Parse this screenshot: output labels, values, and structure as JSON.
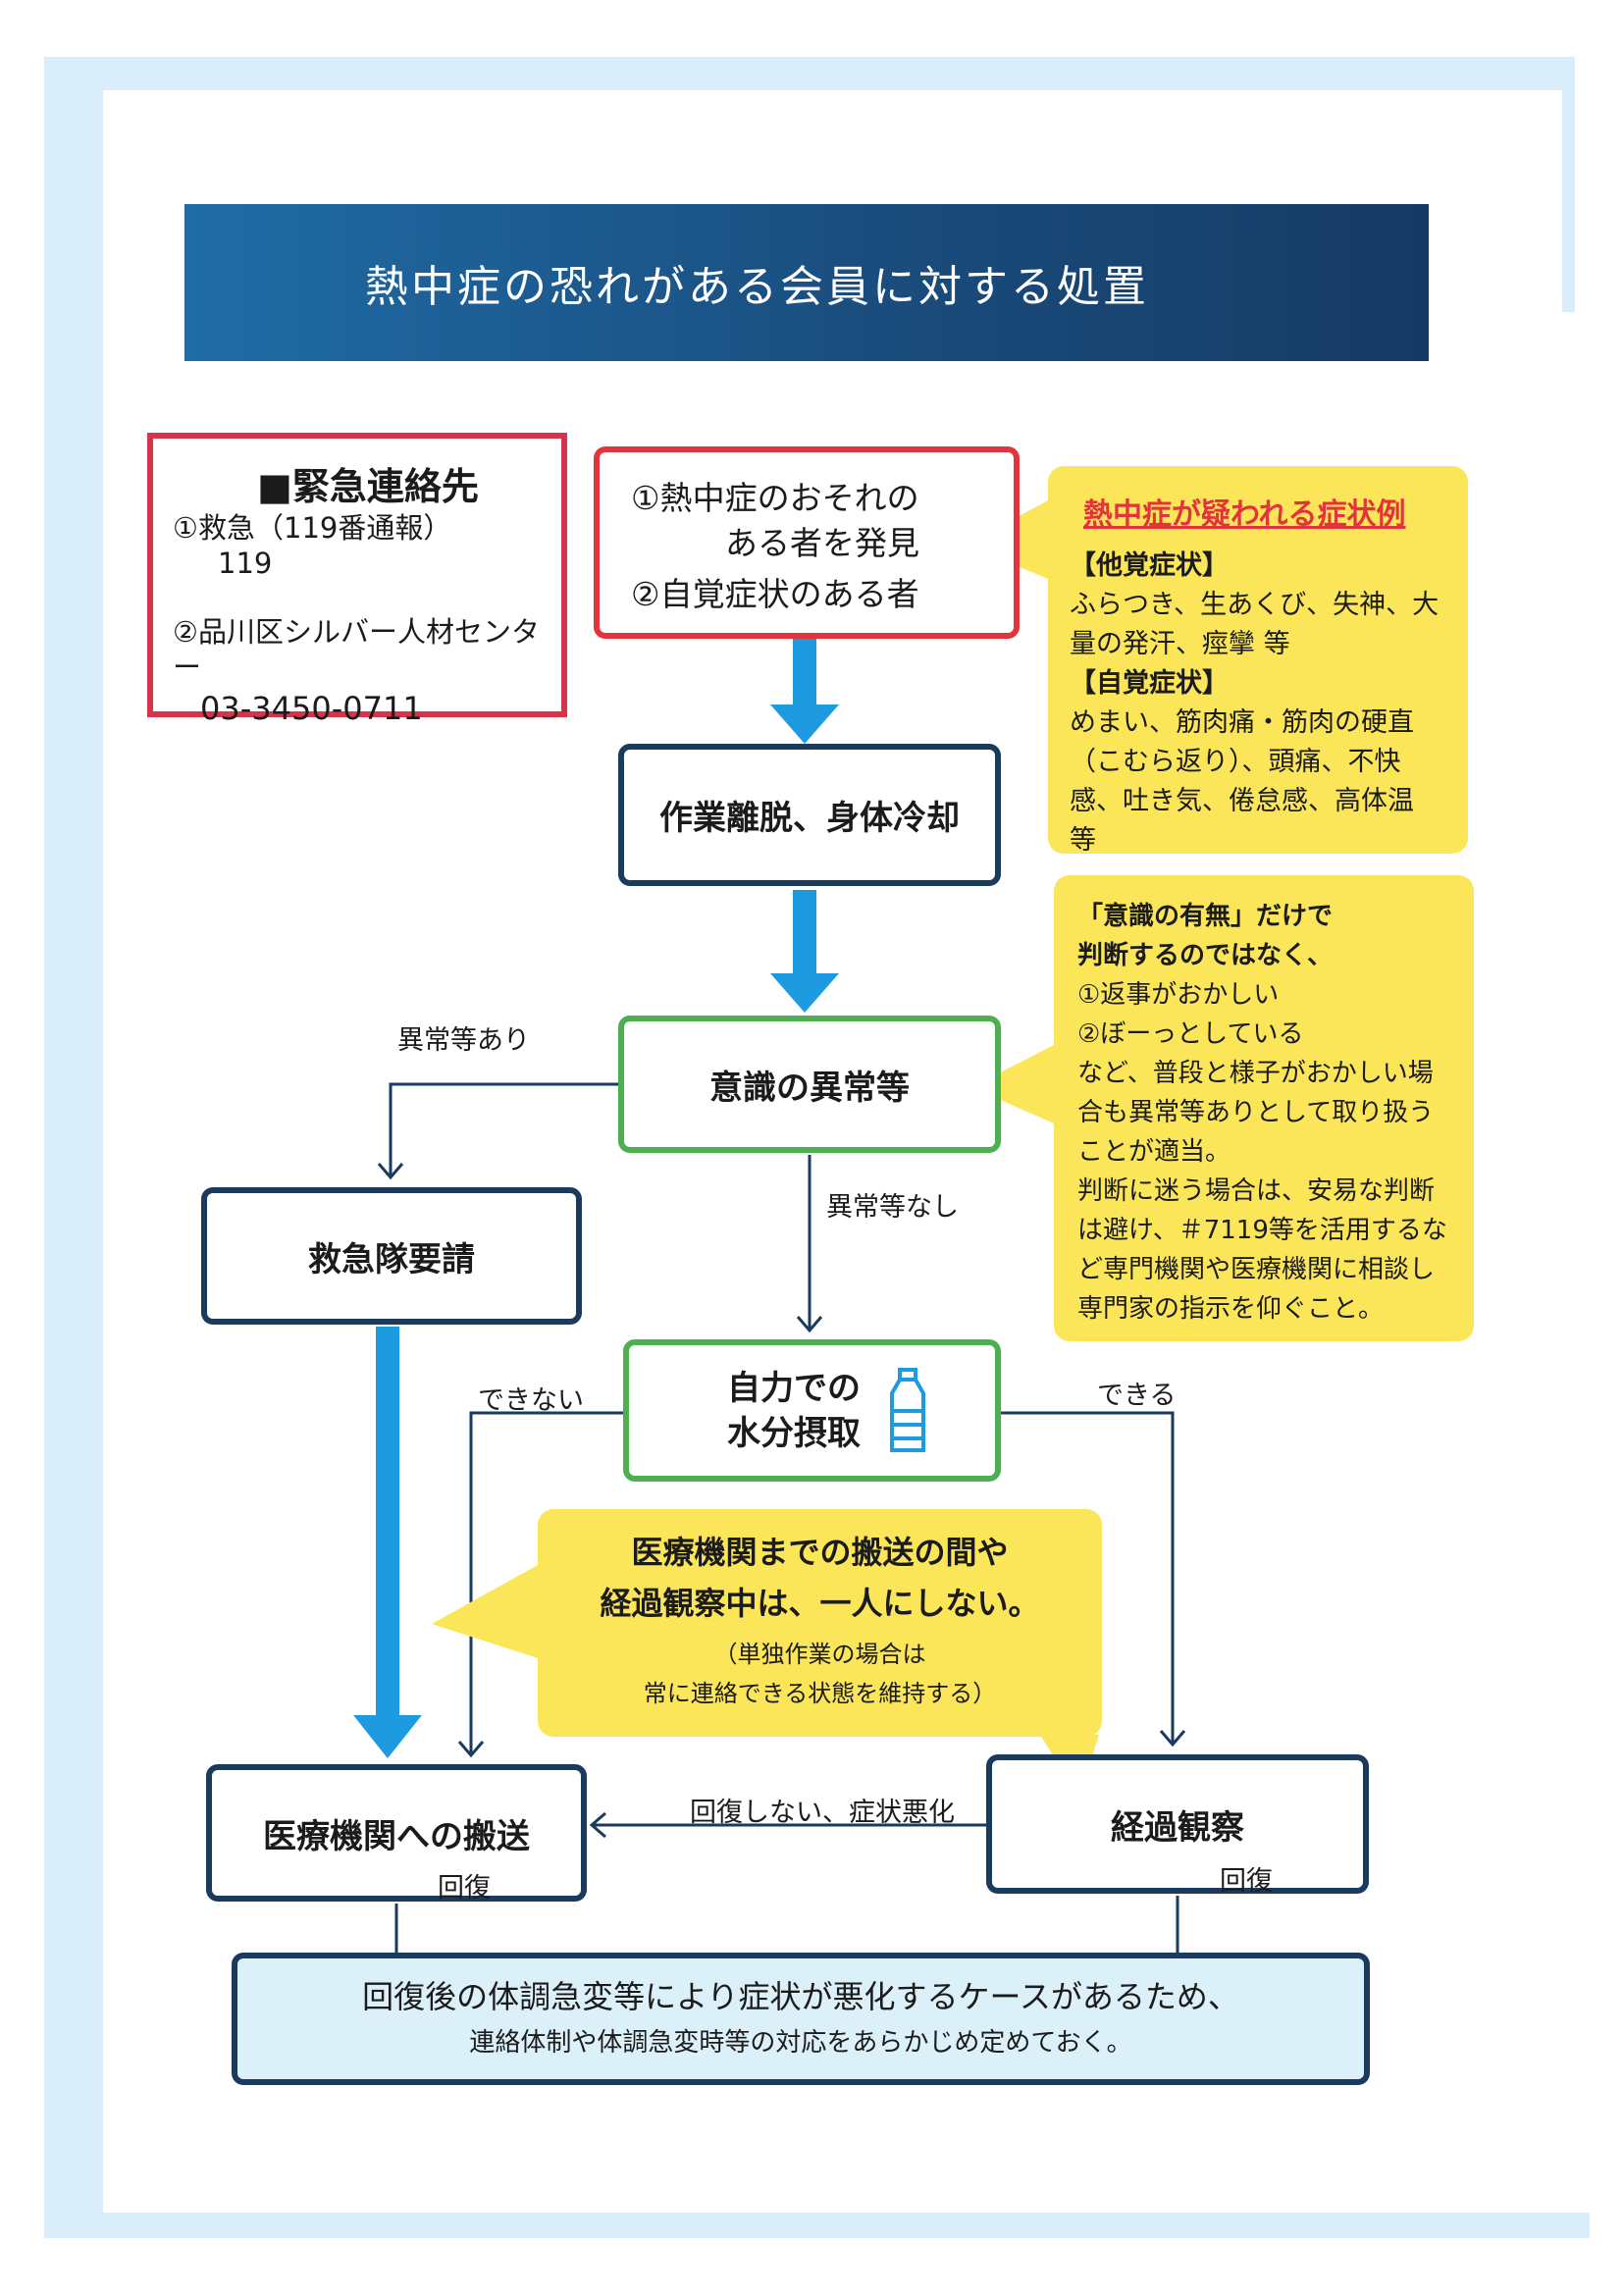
{
  "title": "熱中症の恐れがある会員に対する処置",
  "contact": {
    "heading": "■緊急連絡先",
    "line1": "①救急（119番通報）",
    "line2": "119",
    "line3": "②品川区シルバー人材センター",
    "line4": "03-3450-0711"
  },
  "discover": {
    "line1": "①熱中症のおそれの",
    "line2": "ある者を発見",
    "line3": "②自覚症状のある者"
  },
  "symptoms": {
    "heading": "熱中症が疑われる症状例",
    "other_heading": "【他覚症状】",
    "other_text": "ふらつき、生あくび、失神、大量の発汗、痙攣 等",
    "self_heading": "【自覚症状】",
    "self_text": "めまい、筋肉痛・筋肉の硬直（こむら返り）、頭痛、不快感、吐き気、倦怠感、高体温 等"
  },
  "nodes": {
    "cool": "作業離脱、身体冷却",
    "conscious": "意識の異常等",
    "ambulance": "救急隊要請",
    "water_line1": "自力での",
    "water_line2": "水分摂取",
    "hospital": "医療機関への搬送",
    "observe": "経過観察"
  },
  "judge": {
    "line1": "「意識の有無」だけで",
    "line2": "判断するのではなく、",
    "line3": "①返事がおかしい",
    "line4": "②ぼーっとしている",
    "line5": "など、普段と様子がおかしい場合も異常等ありとして取り扱うことが適当。",
    "line6": "判断に迷う場合は、安易な判断は避け、＃7119等を活用するなど専門機関や医療機関に相談し専門家の指示を仰ぐこと。"
  },
  "edges": {
    "abnormal_yes": "異常等あり",
    "abnormal_no": "異常等なし",
    "cannot": "できない",
    "can": "できる",
    "not_recover": "回復しない、症状悪化",
    "recover_left": "回復",
    "recover_right": "回復"
  },
  "together": {
    "line1": "医療機関までの搬送の間や",
    "line2": "経過観察中は、一人にしない。",
    "line3": "（単独作業の場合は",
    "line4": "常に連絡できる状態を維持する）"
  },
  "note": {
    "line1": "回復後の体調急変等により症状が悪化するケースがあるため、",
    "line2": "連絡体制や体調急変時等の対応をあらかじめ定めておく。"
  },
  "colors": {
    "navy": "#1a3a5e",
    "arrow_blue": "#1e9be0",
    "yellow": "#fbe65a",
    "red": "#e3343d",
    "green": "#4caf50"
  }
}
